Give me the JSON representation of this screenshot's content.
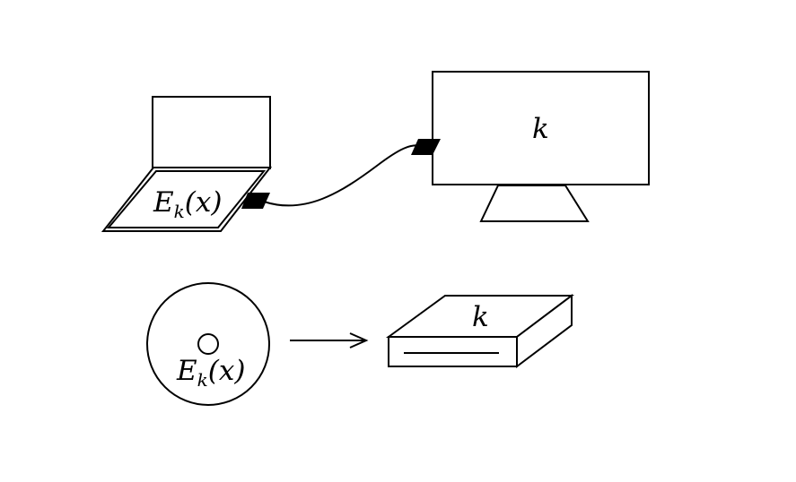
{
  "laptop": {
    "label": {
      "main": "E",
      "sub": "k",
      "arg": "(x)"
    }
  },
  "monitor": {
    "label": "k"
  },
  "disc": {
    "label": {
      "main": "E",
      "sub": "k",
      "arg": "(x)"
    }
  },
  "player": {
    "label": "k"
  },
  "colors": {
    "stroke": "#000000",
    "fill": "#ffffff",
    "connector": "#000000"
  }
}
